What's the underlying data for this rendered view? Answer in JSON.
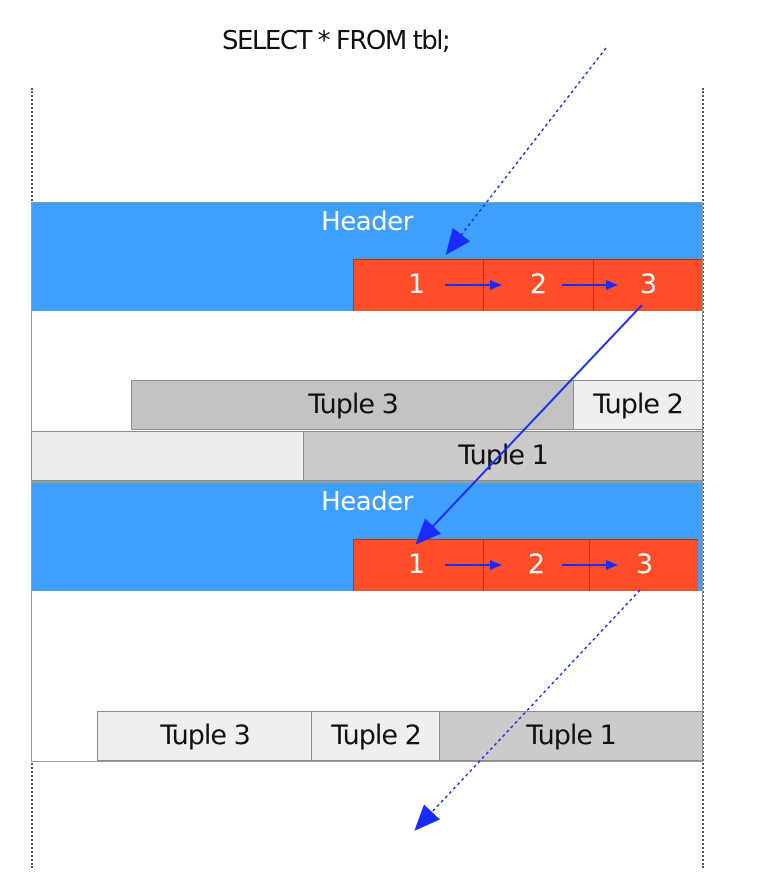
{
  "query": "SELECT * FROM tbl;",
  "pages": [
    {
      "header_label": "Header",
      "slots": [
        "1",
        "2",
        "3"
      ],
      "tuple_rows": [
        [
          "Tuple 3",
          "Tuple  2"
        ],
        [
          "Tuple 1"
        ]
      ]
    },
    {
      "header_label": "Header",
      "slots": [
        "1",
        "2",
        "3"
      ],
      "tuple_rows": [
        [
          "Tuple 3",
          "Tuple  2",
          "Tuple 1"
        ]
      ]
    }
  ],
  "colors": {
    "header": "#3e9fff",
    "slot_array": "#fe4e29",
    "arrow": "#1a2bff",
    "tuple_dark": "#c3c3c3",
    "tuple_light": "#efefef"
  }
}
